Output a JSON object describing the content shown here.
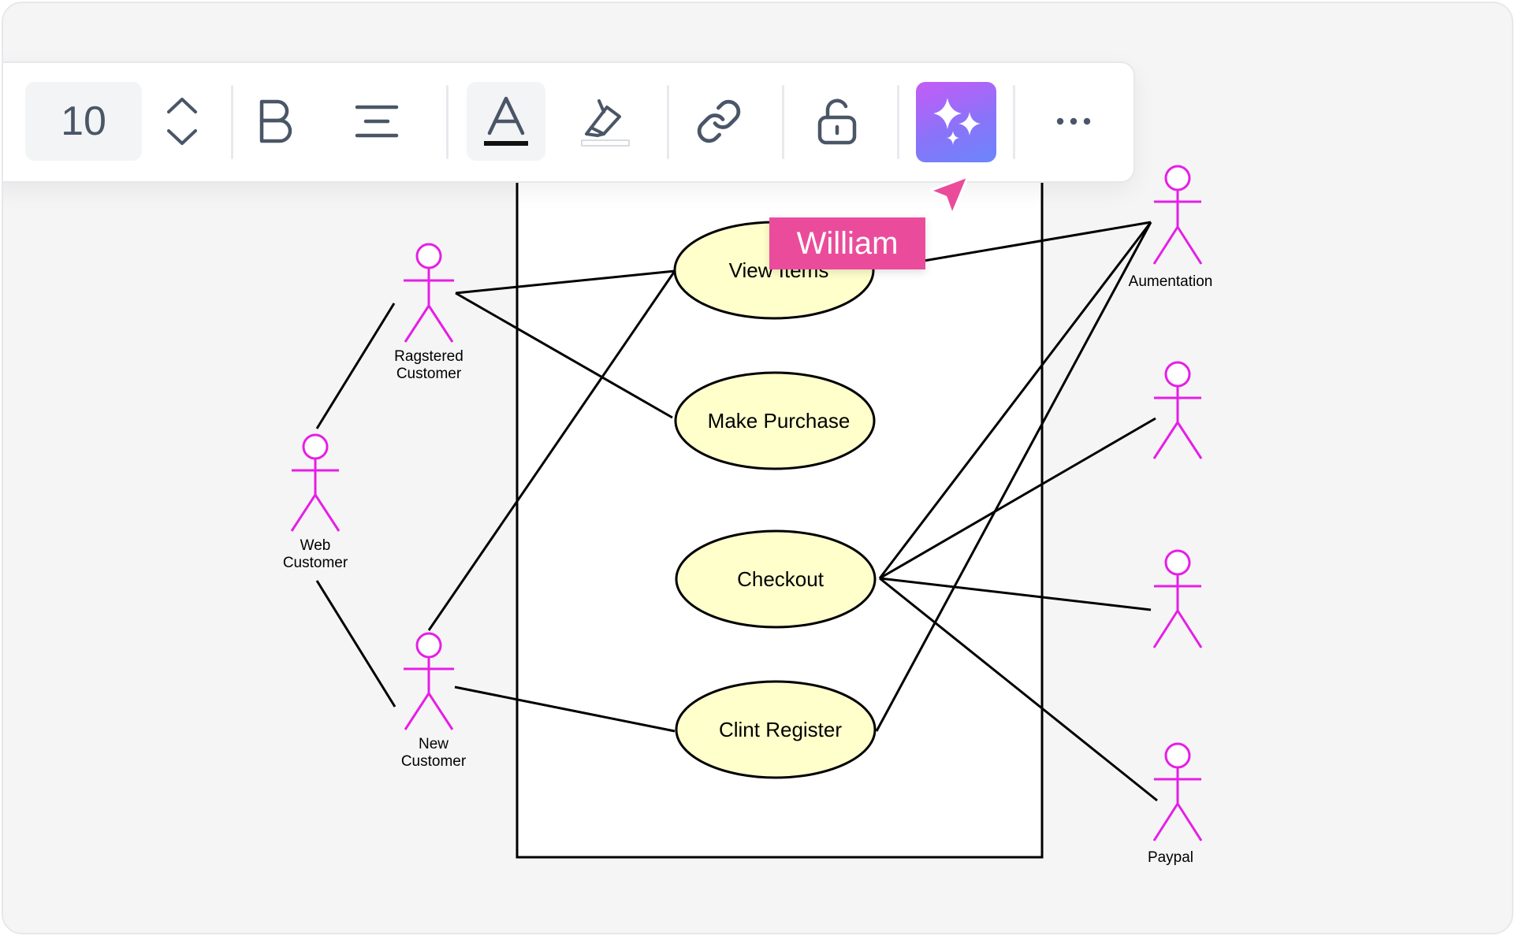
{
  "toolbar": {
    "font_size_value": "10",
    "icons": {
      "stepper": "chevron-up-down-icon",
      "bold": "bold-icon",
      "align": "align-center-icon",
      "text_color": "text-color-icon",
      "highlight": "highlighter-icon",
      "link": "link-icon",
      "lock": "unlock-icon",
      "ai": "sparkles-icon",
      "more": "more-horizontal-icon"
    },
    "text_color_swatch": "#111111",
    "ai_gradient": [
      "#c55cf6",
      "#6a86fb"
    ]
  },
  "collaborator": {
    "name": "William",
    "color": "#ea4c9b"
  },
  "diagram": {
    "use_cases": {
      "view_items": "View Items",
      "make_purchase": "Make Purchase",
      "checkout": "Checkout",
      "clint_register": "Clint Register"
    },
    "actors": {
      "registered_customer": [
        "Ragstered",
        "Customer"
      ],
      "web_customer": [
        "Web",
        "Customer"
      ],
      "new_customer": [
        "New",
        "Customer"
      ],
      "aumentation": "Aumentation",
      "paypal": "Paypal"
    },
    "colors": {
      "actor": "#e61ee6",
      "use_case_fill": "#ffffcc",
      "line": "#000000"
    }
  }
}
